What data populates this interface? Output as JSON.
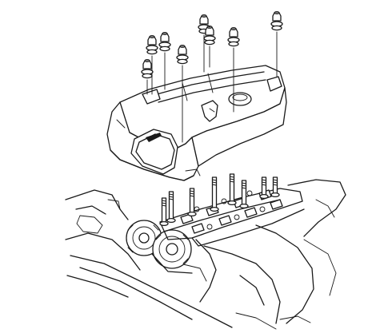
{
  "diagram": {
    "line_color": "#1a1a1a",
    "background": "#ffffff",
    "bolt_count": 8,
    "bolts": [
      {
        "id": "bolt-1",
        "label": ""
      },
      {
        "id": "bolt-2",
        "label": ""
      },
      {
        "id": "bolt-3",
        "label": ""
      },
      {
        "id": "bolt-4",
        "label": ""
      },
      {
        "id": "bolt-5",
        "label": ""
      },
      {
        "id": "bolt-6",
        "label": ""
      },
      {
        "id": "bolt-7",
        "label": ""
      },
      {
        "id": "bolt-8",
        "label": ""
      }
    ]
  }
}
